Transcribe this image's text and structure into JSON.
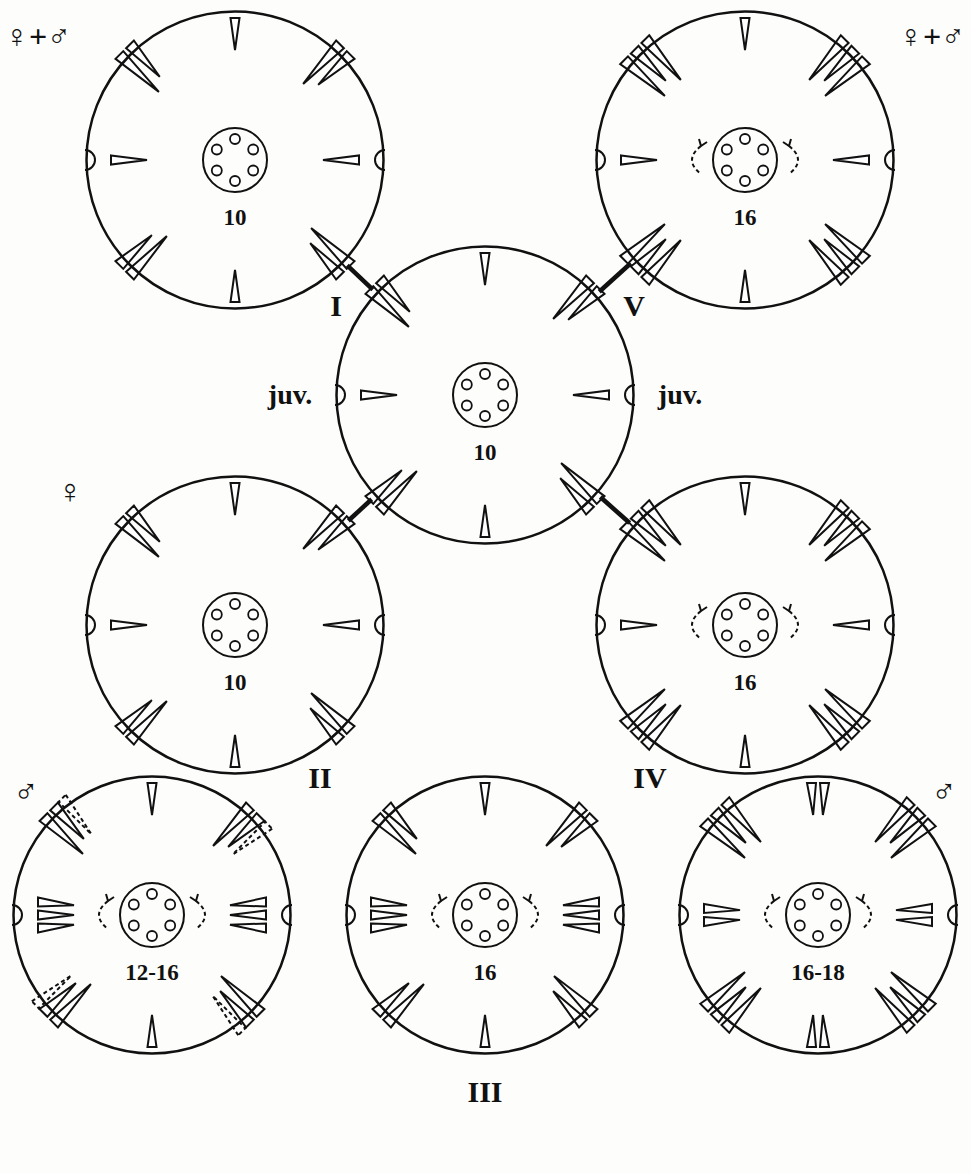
{
  "diagram": {
    "nodes": [
      {
        "text": [
          "10"
        ]
      },
      {
        "text": [
          "16"
        ]
      },
      {
        "text": [
          "10"
        ]
      },
      {
        "text": [
          "10"
        ]
      },
      {
        "text": [
          "16"
        ]
      },
      {
        "text": [
          "12-16"
        ]
      },
      {
        "text": [
          "16"
        ]
      },
      {
        "text": [
          "16-18"
        ]
      }
    ],
    "edges": [
      {
        "from": 2,
        "to": 0,
        "arrow": "none"
      },
      {
        "from": 2,
        "to": 1,
        "arrow": "none"
      },
      {
        "from": 2,
        "to": 3,
        "arrow": "none"
      },
      {
        "from": 2,
        "to": 4,
        "arrow": "none"
      }
    ],
    "labels": [
      "♀+♂",
      "♀+♂",
      "I",
      "V",
      "juv.",
      "juv.",
      "♀",
      "♂",
      "♂",
      "II",
      "III",
      "IV"
    ]
  }
}
